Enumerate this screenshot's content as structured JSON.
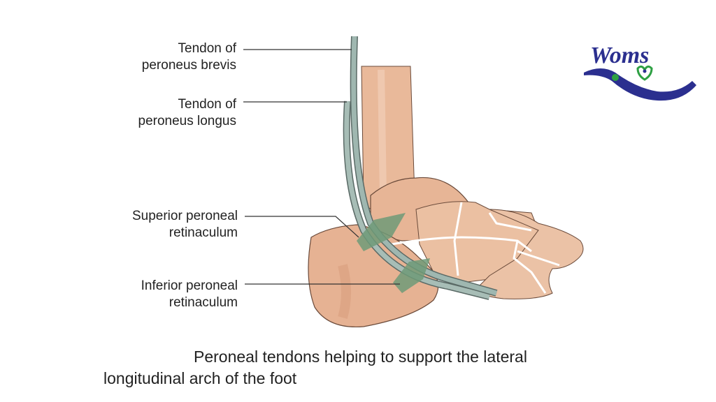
{
  "labels": [
    {
      "line1": "Tendon of",
      "line2": "peroneus brevis"
    },
    {
      "line1": "Tendon of",
      "line2": "peroneus longus"
    },
    {
      "line1": "Superior peroneal",
      "line2": "retinaculum"
    },
    {
      "line1": "Inferior peroneal",
      "line2": "retinaculum"
    }
  ],
  "caption": {
    "line1": "Peroneal tendons helping to support the lateral",
    "line2": "longitudinal arch of the foot"
  },
  "logo": {
    "text": "Woms",
    "text_color": "#2b2f8f",
    "accent_color": "#2ea043"
  },
  "colors": {
    "bone": "#e9b99a",
    "bone_dark": "#d99e7e",
    "tendon": "#9fb7b0",
    "retinaculum": "#6f9a78",
    "outline": "#3a3a3a"
  }
}
